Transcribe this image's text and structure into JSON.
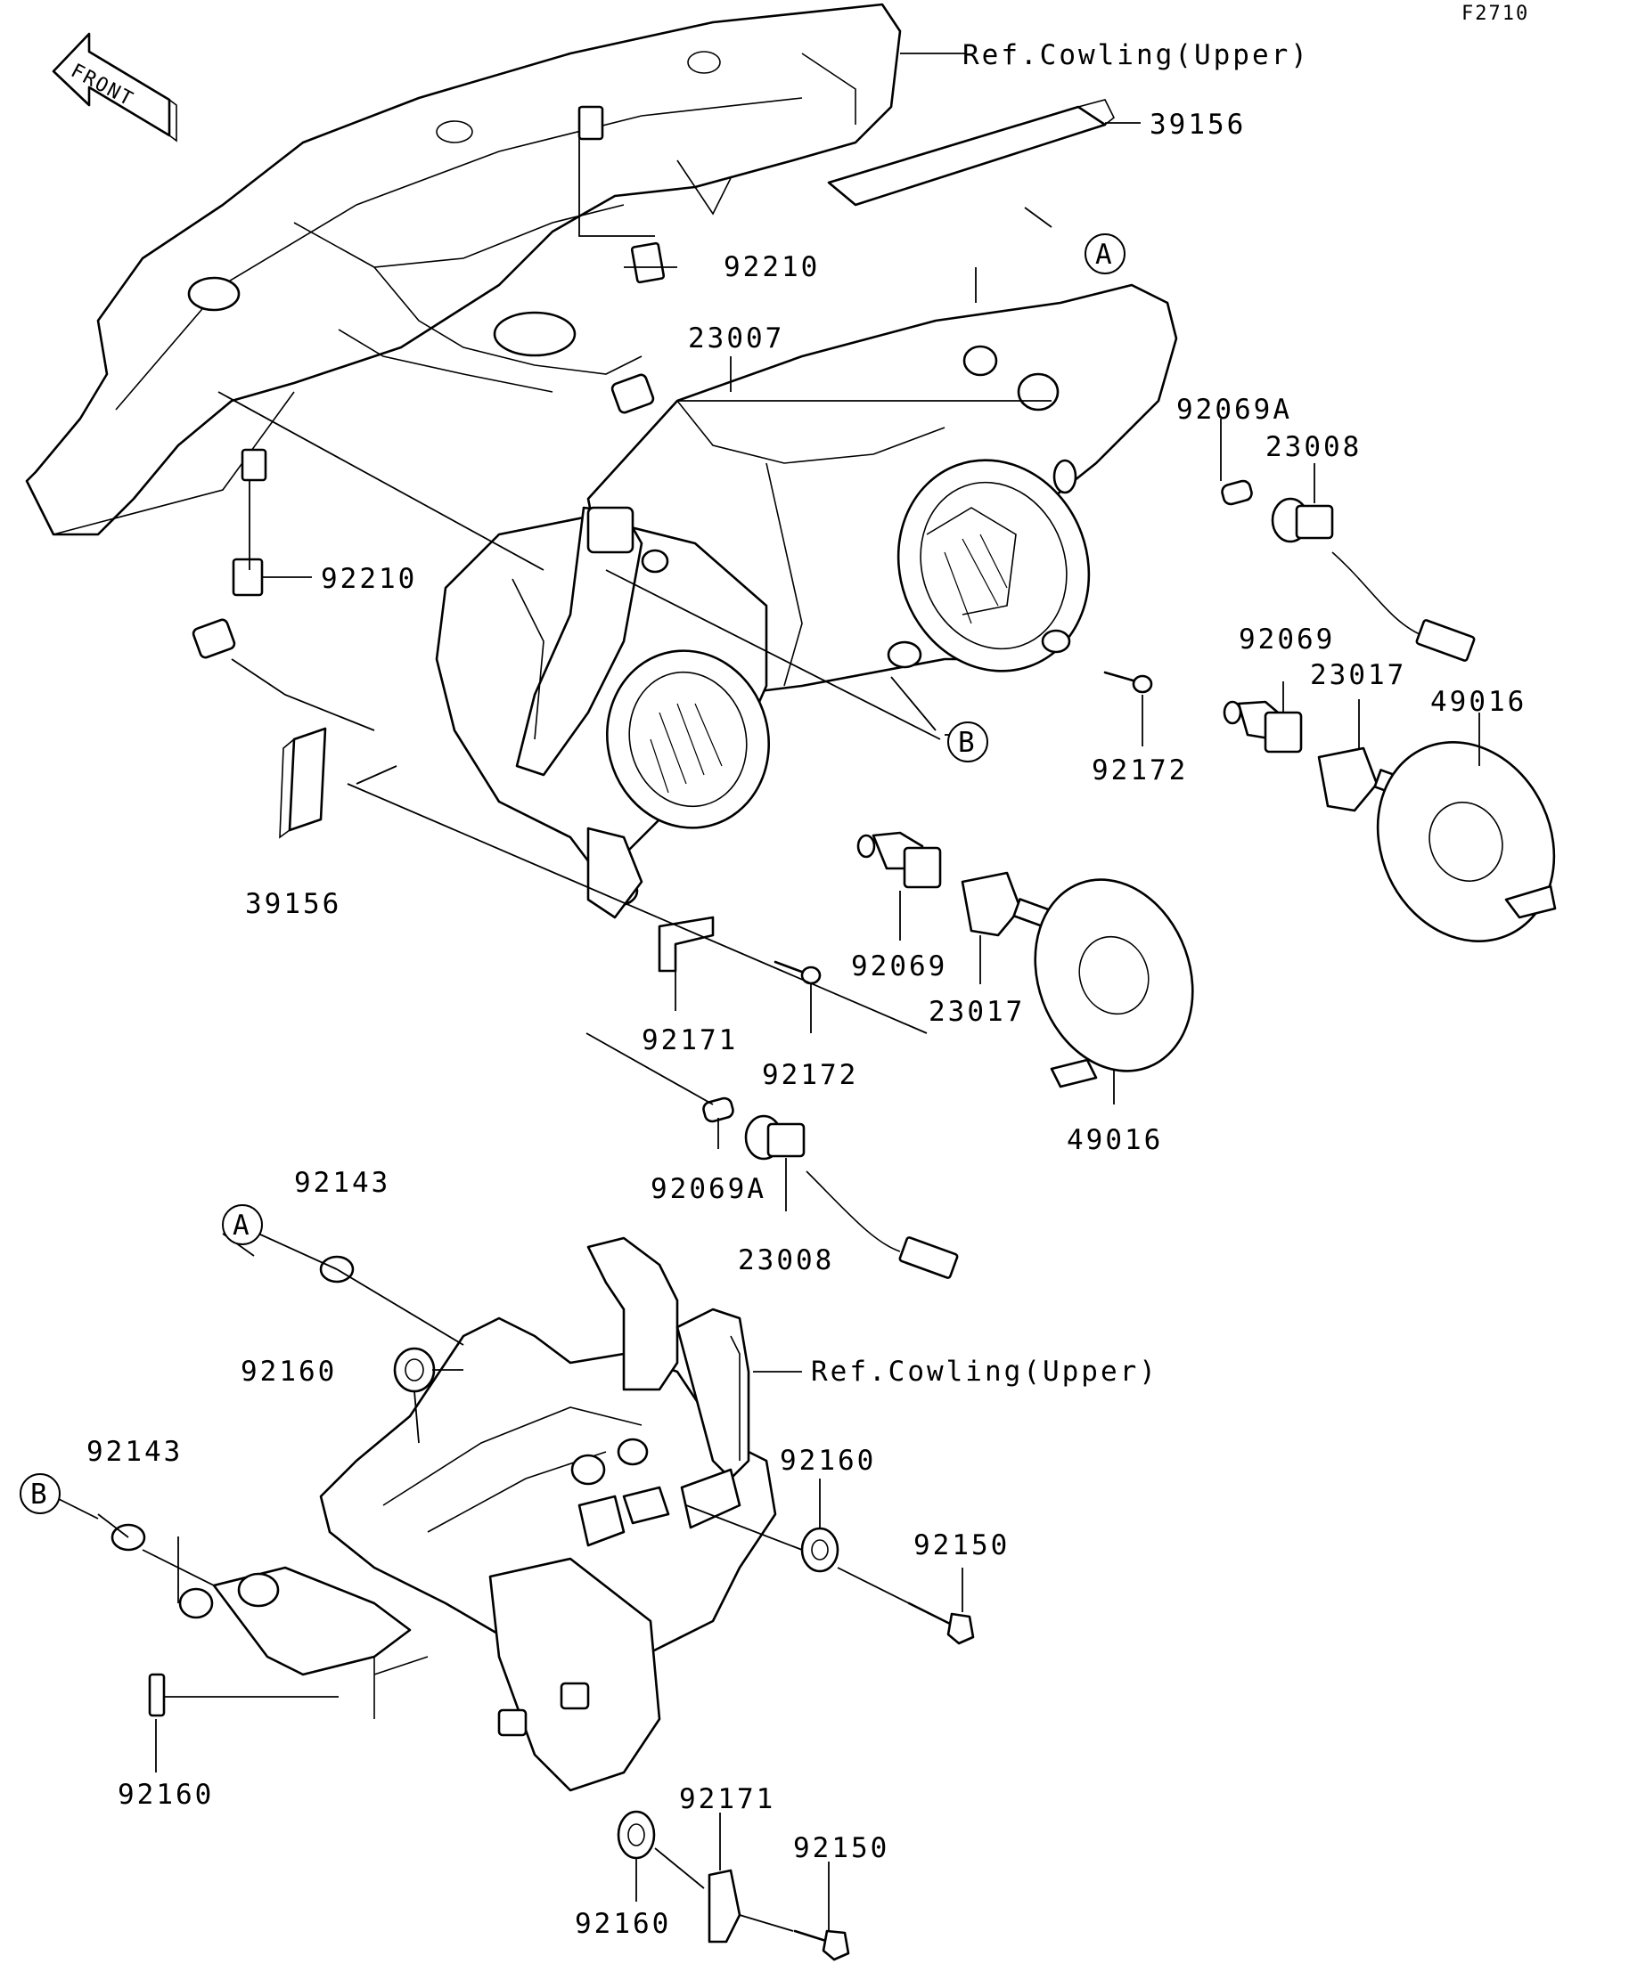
{
  "figure_id": "F2710",
  "front_arrow": "FRONT",
  "references": {
    "cowling_upper_top": "Ref.Cowling(Upper)",
    "cowling_upper_bottom": "Ref.Cowling(Upper)"
  },
  "callout_letters": {
    "a": "A",
    "b": "B"
  },
  "parts": {
    "p39156_top": "39156",
    "p39156_left": "39156",
    "p92210_top": "92210",
    "p92210_left": "92210",
    "p23007": "23007",
    "p92069A_right": "92069A",
    "p23008_right": "23008",
    "p92069_right": "92069",
    "p23017_right": "23017",
    "p49016_right": "49016",
    "p92172_right": "92172",
    "p92069_center": "92069",
    "p23017_center": "23017",
    "p92171_center": "92171",
    "p92172_center": "92172",
    "p49016_center": "49016",
    "p92069A_center": "92069A",
    "p23008_center": "23008",
    "p92143_top": "92143",
    "p92160_upper": "92160",
    "p92143_left": "92143",
    "p92160_right": "92160",
    "p92150_right": "92150",
    "p92160_lower_left": "92160",
    "p92171_bottom": "92171",
    "p92150_bottom": "92150",
    "p92160_bottom": "92160"
  }
}
